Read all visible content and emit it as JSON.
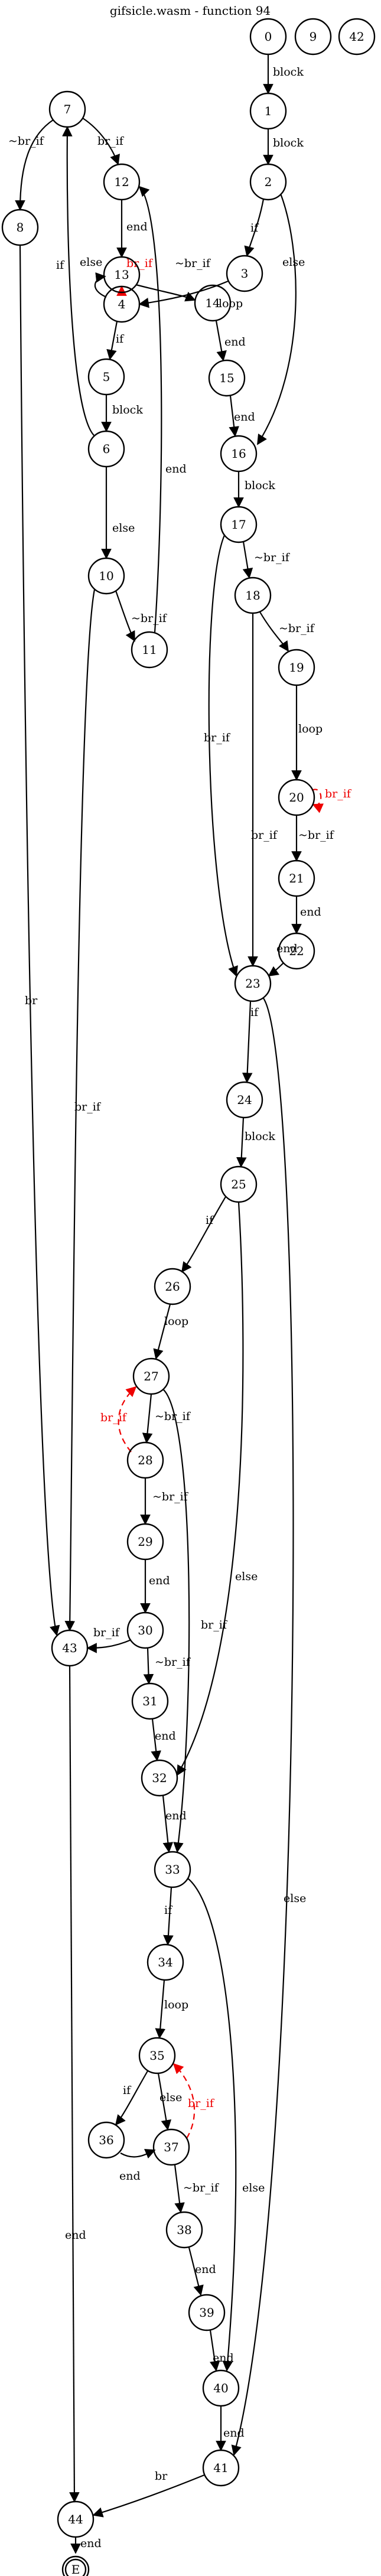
{
  "title": "gifsicle.wasm - function 94",
  "nodes": [
    "0",
    "1",
    "2",
    "3",
    "4",
    "5",
    "6",
    "7",
    "8",
    "9",
    "10",
    "11",
    "12",
    "13",
    "14",
    "15",
    "16",
    "17",
    "18",
    "19",
    "20",
    "21",
    "22",
    "23",
    "24",
    "25",
    "26",
    "27",
    "28",
    "29",
    "30",
    "31",
    "32",
    "33",
    "34",
    "35",
    "36",
    "37",
    "38",
    "39",
    "40",
    "41",
    "42",
    "43",
    "44",
    "E"
  ],
  "edges": [
    {
      "from": "0",
      "to": "1",
      "label": "block",
      "style": "solid"
    },
    {
      "from": "1",
      "to": "2",
      "label": "block",
      "style": "solid"
    },
    {
      "from": "2",
      "to": "3",
      "label": "if",
      "style": "solid"
    },
    {
      "from": "2",
      "to": "16",
      "label": "else",
      "style": "solid"
    },
    {
      "from": "3",
      "to": "4",
      "label": "loop",
      "style": "solid"
    },
    {
      "from": "4",
      "to": "5",
      "label": "if",
      "style": "solid"
    },
    {
      "from": "4",
      "to": "13",
      "label": "else",
      "style": "solid"
    },
    {
      "from": "5",
      "to": "6",
      "label": "block",
      "style": "solid"
    },
    {
      "from": "6",
      "to": "7",
      "label": "if",
      "style": "solid"
    },
    {
      "from": "6",
      "to": "10",
      "label": "else",
      "style": "solid"
    },
    {
      "from": "7",
      "to": "8",
      "label": "~br_if",
      "style": "solid"
    },
    {
      "from": "7",
      "to": "12",
      "label": "br_if",
      "style": "solid"
    },
    {
      "from": "8",
      "to": "43",
      "label": "br",
      "style": "solid"
    },
    {
      "from": "10",
      "to": "11",
      "label": "~br_if",
      "style": "solid"
    },
    {
      "from": "10",
      "to": "43",
      "label": "br_if",
      "style": "solid"
    },
    {
      "from": "11",
      "to": "12",
      "label": "end",
      "style": "solid"
    },
    {
      "from": "12",
      "to": "13",
      "label": "end",
      "style": "solid"
    },
    {
      "from": "13",
      "to": "4",
      "label": "br_if",
      "style": "dashed-red"
    },
    {
      "from": "13",
      "to": "14",
      "label": "~br_if",
      "style": "solid"
    },
    {
      "from": "14",
      "to": "15",
      "label": "end",
      "style": "solid"
    },
    {
      "from": "15",
      "to": "16",
      "label": "end",
      "style": "solid"
    },
    {
      "from": "16",
      "to": "17",
      "label": "block",
      "style": "solid"
    },
    {
      "from": "17",
      "to": "18",
      "label": "~br_if",
      "style": "solid"
    },
    {
      "from": "17",
      "to": "23",
      "label": "br_if",
      "style": "solid"
    },
    {
      "from": "18",
      "to": "19",
      "label": "~br_if",
      "style": "solid"
    },
    {
      "from": "18",
      "to": "23",
      "label": "br_if",
      "style": "solid"
    },
    {
      "from": "19",
      "to": "20",
      "label": "loop",
      "style": "solid"
    },
    {
      "from": "20",
      "to": "20",
      "label": "br_if",
      "style": "dashed-red"
    },
    {
      "from": "20",
      "to": "21",
      "label": "~br_if",
      "style": "solid"
    },
    {
      "from": "21",
      "to": "22",
      "label": "end",
      "style": "solid"
    },
    {
      "from": "22",
      "to": "23",
      "label": "end",
      "style": "solid"
    },
    {
      "from": "23",
      "to": "24",
      "label": "if",
      "style": "solid"
    },
    {
      "from": "23",
      "to": "41",
      "label": "else",
      "style": "solid"
    },
    {
      "from": "24",
      "to": "25",
      "label": "block",
      "style": "solid"
    },
    {
      "from": "25",
      "to": "26",
      "label": "if",
      "style": "solid"
    },
    {
      "from": "25",
      "to": "32",
      "label": "else",
      "style": "solid"
    },
    {
      "from": "26",
      "to": "27",
      "label": "loop",
      "style": "solid"
    },
    {
      "from": "27",
      "to": "28",
      "label": "~br_if",
      "style": "solid"
    },
    {
      "from": "27",
      "to": "33",
      "label": "br_if",
      "style": "solid"
    },
    {
      "from": "28",
      "to": "27",
      "label": "br_if",
      "style": "dashed-red"
    },
    {
      "from": "28",
      "to": "29",
      "label": "~br_if",
      "style": "solid"
    },
    {
      "from": "29",
      "to": "30",
      "label": "end",
      "style": "solid"
    },
    {
      "from": "30",
      "to": "31",
      "label": "~br_if",
      "style": "solid"
    },
    {
      "from": "30",
      "to": "43",
      "label": "br_if",
      "style": "solid"
    },
    {
      "from": "31",
      "to": "32",
      "label": "end",
      "style": "solid"
    },
    {
      "from": "32",
      "to": "33",
      "label": "end",
      "style": "solid"
    },
    {
      "from": "33",
      "to": "34",
      "label": "if",
      "style": "solid"
    },
    {
      "from": "33",
      "to": "40",
      "label": "else",
      "style": "solid"
    },
    {
      "from": "34",
      "to": "35",
      "label": "loop",
      "style": "solid"
    },
    {
      "from": "35",
      "to": "36",
      "label": "if",
      "style": "solid"
    },
    {
      "from": "35",
      "to": "37",
      "label": "else",
      "style": "solid"
    },
    {
      "from": "36",
      "to": "37",
      "label": "end",
      "style": "solid"
    },
    {
      "from": "37",
      "to": "35",
      "label": "br_if",
      "style": "dashed-red"
    },
    {
      "from": "37",
      "to": "38",
      "label": "~br_if",
      "style": "solid"
    },
    {
      "from": "38",
      "to": "39",
      "label": "end",
      "style": "solid"
    },
    {
      "from": "39",
      "to": "40",
      "label": "end",
      "style": "solid"
    },
    {
      "from": "40",
      "to": "41",
      "label": "end",
      "style": "solid"
    },
    {
      "from": "41",
      "to": "44",
      "label": "br",
      "style": "solid"
    },
    {
      "from": "43",
      "to": "44",
      "label": "end",
      "style": "solid"
    },
    {
      "from": "44",
      "to": "E",
      "label": "end",
      "style": "solid"
    }
  ],
  "colors": {
    "edge": "#000000",
    "back_edge": "#ee0000",
    "node_stroke": "#000000",
    "background": "#ffffff"
  }
}
